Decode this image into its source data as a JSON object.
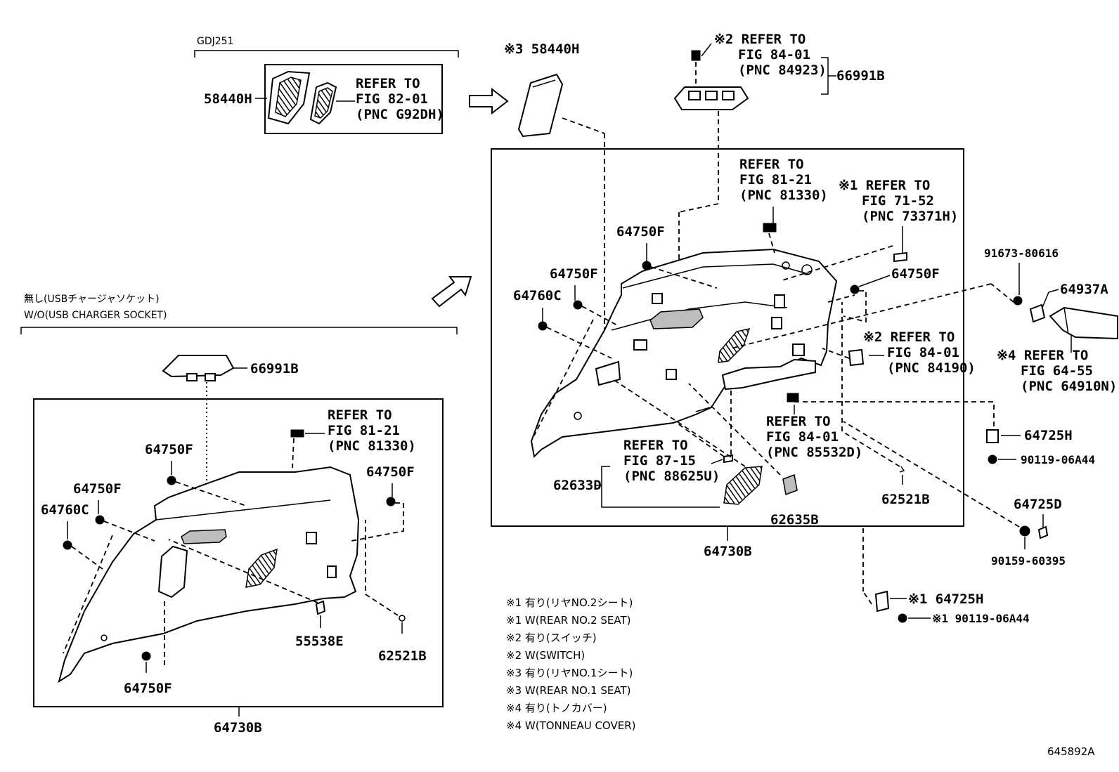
{
  "diagram_id": "645892A",
  "sections": {
    "gdj_label": "GDJ251",
    "wo_usb_jp": "無し(USBチャージャソケット)",
    "wo_usb_en": "W/O(USB CHARGER SOCKET)"
  },
  "labels": {
    "p58440H_left": "58440H",
    "p58440H_top": "※3 58440H",
    "p66991B_left": "66991B",
    "p66991B_right": "66991B",
    "p64730B_left": "64730B",
    "p64730B_right": "64730B",
    "p64750F_l1": "64750F",
    "p64750F_l2": "64750F",
    "p64750F_l3": "64750F",
    "p64750F_l4": "64750F",
    "p64760C_left": "64760C",
    "p55538E": "55538E",
    "p62521B_left": "62521B",
    "p64750F_r1": "64750F",
    "p64750F_r2": "64750F",
    "p64750F_r3": "64750F",
    "p64760C_right": "64760C",
    "p62633D": "62633D",
    "p62635B": "62635B",
    "p62521B_right": "62521B",
    "p91673": "91673-80616",
    "p64937A": "64937A",
    "p64725H": "64725H",
    "p90119": "90119-06A44",
    "p64725D": "64725D",
    "p90159": "90159-60395",
    "p64725H_star": "※1 64725H",
    "p90119_star": "※1 90119-06A44"
  },
  "refs": {
    "fig82": [
      "REFER TO",
      "FIG 82-01",
      "(PNC G92DH)"
    ],
    "fig84_top": [
      "※2 REFER TO",
      "FIG 84-01",
      "(PNC 84923)"
    ],
    "fig81_right": [
      "REFER TO",
      "FIG 81-21",
      "(PNC 81330)"
    ],
    "fig71": [
      "※1 REFER TO",
      "FIG 71-52",
      "(PNC 73371H)"
    ],
    "fig84_84190": [
      "※2 REFER TO",
      "FIG 84-01",
      "(PNC 84190)"
    ],
    "fig84_85532": [
      "REFER TO",
      "FIG 84-01",
      "(PNC 85532D)"
    ],
    "fig87": [
      "REFER TO",
      "FIG 87-15",
      "(PNC 88625U)"
    ],
    "fig64": [
      "※4 REFER TO",
      "FIG 64-55",
      "(PNC 64910N)"
    ],
    "fig81_left": [
      "REFER TO",
      "FIG 81-21",
      "(PNC 81330)"
    ]
  },
  "legend": [
    "※1 有り(リヤNO.2シート)",
    "※1 W(REAR NO.2 SEAT)",
    "※2 有り(スイッチ)",
    "※2 W(SWITCH)",
    "※3 有り(リヤNO.1シート)",
    "※3 W(REAR NO.1 SEAT)",
    "※4 有り(トノカバー)",
    "※4 W(TONNEAU COVER)"
  ]
}
